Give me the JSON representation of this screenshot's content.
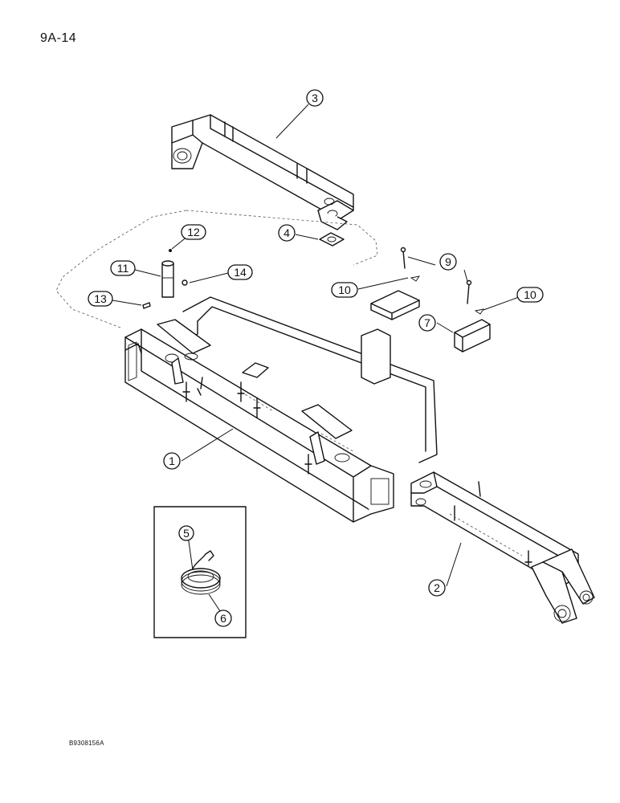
{
  "page_number": "9A-14",
  "figure_code": "B9308156A",
  "callouts": [
    {
      "label": "1"
    },
    {
      "label": "2"
    },
    {
      "label": "3"
    },
    {
      "label": "4"
    },
    {
      "label": "5"
    },
    {
      "label": "6"
    },
    {
      "label": "7"
    },
    {
      "label": "9"
    },
    {
      "label": "10"
    },
    {
      "label": "10"
    },
    {
      "label": "11"
    },
    {
      "label": "12"
    },
    {
      "label": "13"
    },
    {
      "label": "14"
    }
  ]
}
